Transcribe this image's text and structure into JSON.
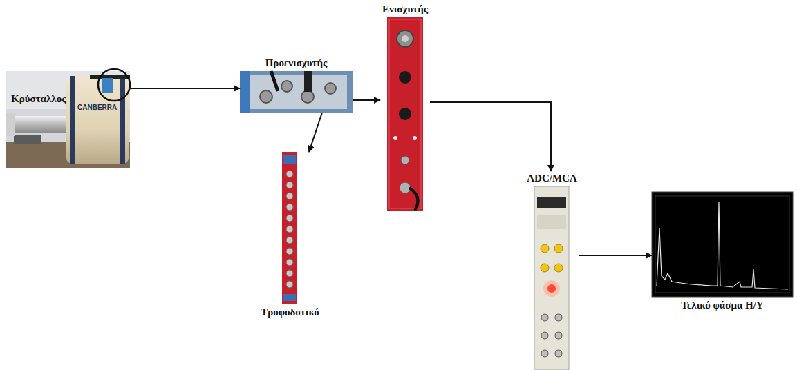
{
  "diagram": {
    "nodes": [
      {
        "text": [
          "Κρύσταλλος"
        ]
      },
      {
        "text": [
          "Προενισχυτής"
        ]
      },
      {
        "text": [
          "Ενισχυτής"
        ]
      },
      {
        "text": [
          "Τροφοδοτικό"
        ]
      },
      {
        "text": [
          "ADC/MCA"
        ]
      },
      {
        "text": [
          "Τελικό φάσμα Η/Υ"
        ]
      }
    ],
    "edges": [
      {
        "from": 0,
        "to": 1,
        "arrow": "to"
      },
      {
        "from": 1,
        "to": 2,
        "arrow": "to"
      },
      {
        "from": 1,
        "to": 3,
        "arrow": "to"
      },
      {
        "from": 2,
        "to": 4,
        "arrow": "to"
      },
      {
        "from": 4,
        "to": 5,
        "arrow": "to"
      }
    ],
    "labels": [
      "CANBERRA"
    ]
  }
}
